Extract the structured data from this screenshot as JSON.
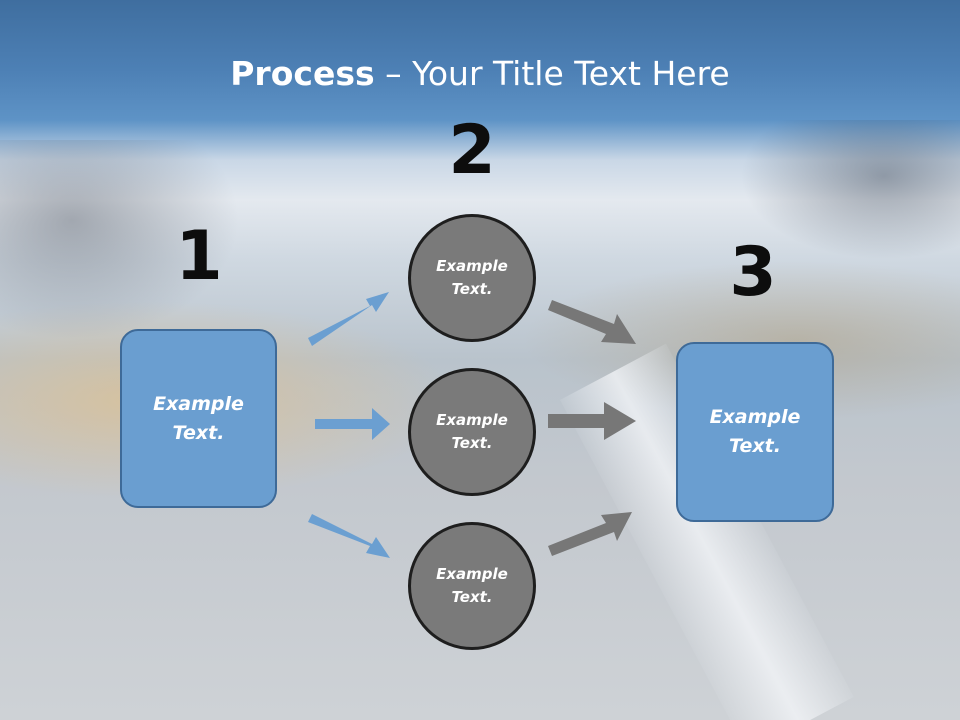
{
  "title": {
    "bold": "Process",
    "rest": " – Your Title Text Here"
  },
  "steps": {
    "one": "1",
    "two": "2",
    "three": "3"
  },
  "left_box": {
    "text": "Example Text."
  },
  "right_box": {
    "text": "Example Text."
  },
  "circles": [
    {
      "text": "Example Text."
    },
    {
      "text": "Example Text."
    },
    {
      "text": "Example Text."
    }
  ],
  "colors": {
    "blue_box": "#6a9ed0",
    "blue_arrow": "#6b9fd1",
    "gray_circle": "#7a7a7a",
    "gray_arrow": "#777777"
  }
}
